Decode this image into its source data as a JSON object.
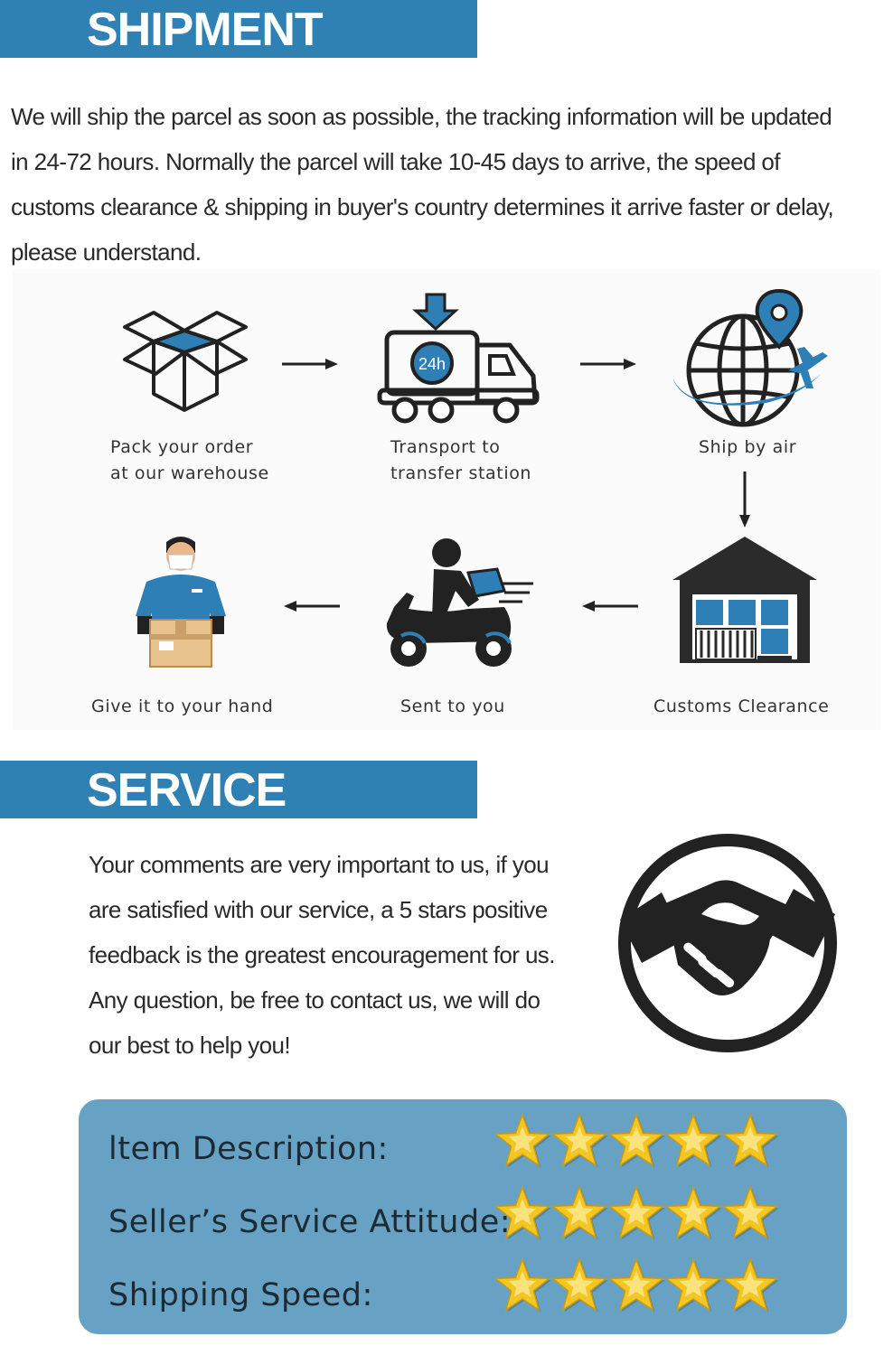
{
  "shipment": {
    "heading": "SHIPMENT",
    "paragraph_lines": [
      "We will ship the parcel as soon as possible, the tracking information will be updated",
      "in 24-72 hours. Normally the parcel will take 10-45 days to arrive, the speed of",
      "customs clearance & shipping in buyer's country determines it arrive faster or delay,",
      "please understand."
    ]
  },
  "process": {
    "steps": [
      {
        "label": "Pack your order\nat our warehouse",
        "icon": "open-box-icon"
      },
      {
        "label": "Transport to\ntransfer station",
        "icon": "delivery-truck-icon",
        "badge": "24h"
      },
      {
        "label": "Ship by air",
        "icon": "globe-airplane-icon"
      },
      {
        "label": "Customs Clearance",
        "icon": "warehouse-icon"
      },
      {
        "label": "Sent to you",
        "icon": "scooter-courier-icon"
      },
      {
        "label": "Give it to your hand",
        "icon": "delivery-man-icon"
      }
    ]
  },
  "service": {
    "heading": "SERVICE",
    "paragraph_lines": [
      "Your comments are very important to us, if you",
      "are satisfied with our service, a 5 stars positive",
      "feedback is the greatest encouragement for us.",
      "Any question, be free to contact us, we will do",
      "our best to help you!"
    ],
    "icon": "handshake-icon"
  },
  "ratings": [
    {
      "label": "ltem Description:",
      "stars": 5,
      "max": 5
    },
    {
      "label": "Seller’s Service Attitude:",
      "stars": 5,
      "max": 5
    },
    {
      "label": "Shipping Speed:",
      "stars": 5,
      "max": 5
    }
  ],
  "colors": {
    "banner": "#2f80b3",
    "accent_blue": "#2e7fb5",
    "rating_box": "#67a2c4",
    "star": "#f3c623"
  }
}
